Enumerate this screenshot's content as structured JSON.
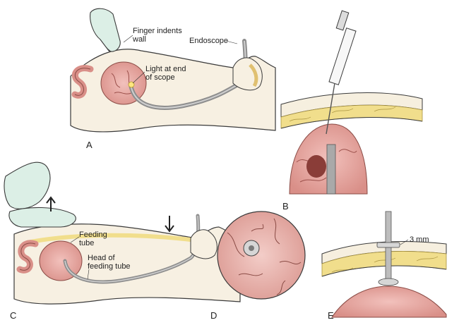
{
  "panels": {
    "a": {
      "letter": "A",
      "finger_label": "Finger indents\nwall",
      "endoscope_label": "Endoscope",
      "light_label": "Light at end\nof scope"
    },
    "b": {
      "letter": "B"
    },
    "c": {
      "letter": "C",
      "feeding_tube_label": "Feeding\ntube",
      "head_label": "Head of\nfeeding tube"
    },
    "d": {
      "letter": "D"
    },
    "e": {
      "letter": "E",
      "measurement_label": "3 mm"
    }
  },
  "colors": {
    "skin": "#f6efdf",
    "skin_outline": "#3a3a3a",
    "fat": "#f1de8c",
    "stomach": "#e9a9a2",
    "stomach_dark": "#c9706c",
    "tube": "#a9a9a9",
    "glove": "#dcefe6"
  }
}
